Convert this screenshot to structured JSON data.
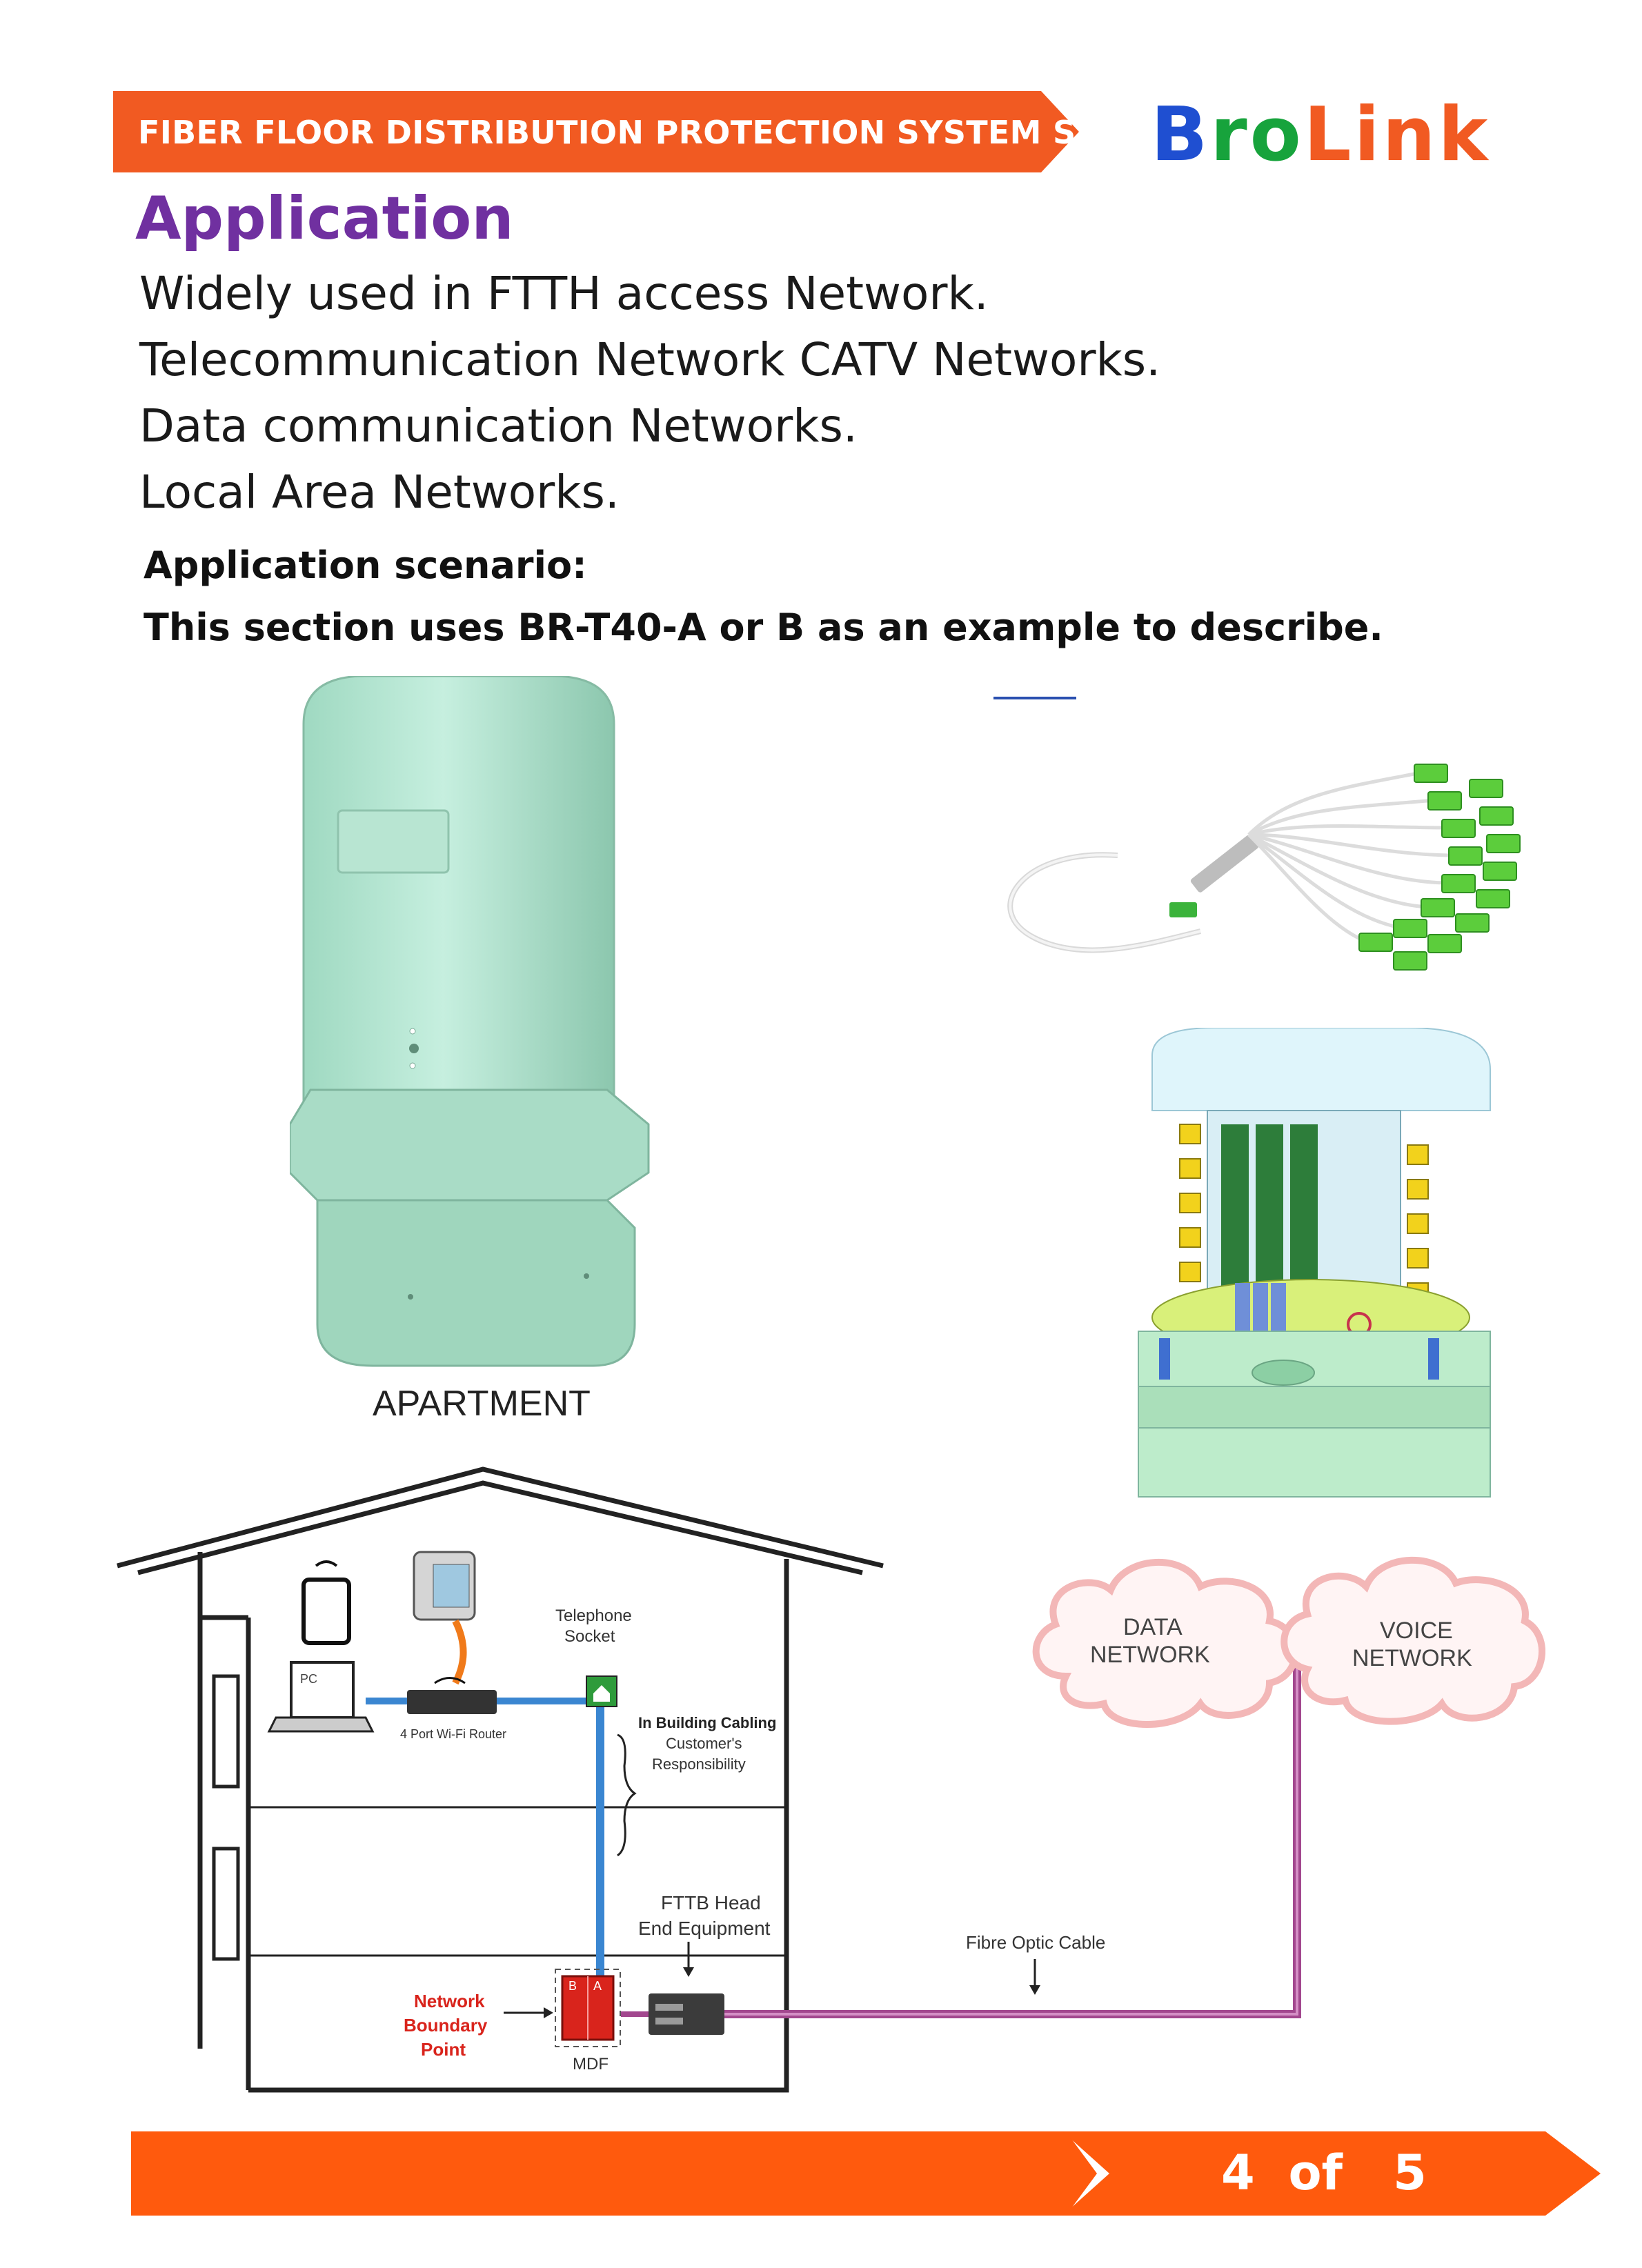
{
  "header": {
    "series_title": "FIBER FLOOR DISTRIBUTION PROTECTION SYSTEM SERIES",
    "logo_text": "BroLink",
    "colors": {
      "bar": "#f15a22",
      "logo_blue": "#1f4fd1",
      "logo_green": "#17a33c",
      "logo_orange": "#f15a22"
    }
  },
  "section": {
    "title": "Application",
    "title_color": "#7030a0",
    "bullets": [
      "Widely used in FTTH access Network.",
      "Telecommunication Network CATV Networks.",
      "Data communication Networks.",
      "Local Area Networks."
    ],
    "scenario_heading": "Application scenario:",
    "scenario_text": "This section uses BR-T40-A or B as an example to describe."
  },
  "diagram": {
    "title": "APARTMENT",
    "labels": {
      "telephone_socket_1": "Telephone",
      "telephone_socket_2": "Socket",
      "pc": "PC",
      "router": "4 Port Wi-Fi Router",
      "cabling_1": "In Building Cabling",
      "cabling_2": "Customer's",
      "cabling_3": "Responsibility",
      "fttb_1": "FTTB Head",
      "fttb_2": "End Equipment",
      "fibre": "Fibre Optic Cable",
      "nbp_1": "Network",
      "nbp_2": "Boundary",
      "nbp_3": "Point",
      "mdf": "MDF",
      "mdf_b": "B",
      "mdf_a": "A",
      "data_1": "DATA",
      "data_2": "NETWORK",
      "voice_1": "VOICE",
      "voice_2": "NETWORK"
    },
    "colors": {
      "cable_blue": "#3a86d1",
      "fibre_purple": "#a2478e",
      "phone_orange": "#f07a1a",
      "mdf_red": "#d9241c",
      "cloud_pink": "#f3b7b7"
    }
  },
  "footer": {
    "page": "4  of   5",
    "bar_color": "#ff5a0d"
  }
}
